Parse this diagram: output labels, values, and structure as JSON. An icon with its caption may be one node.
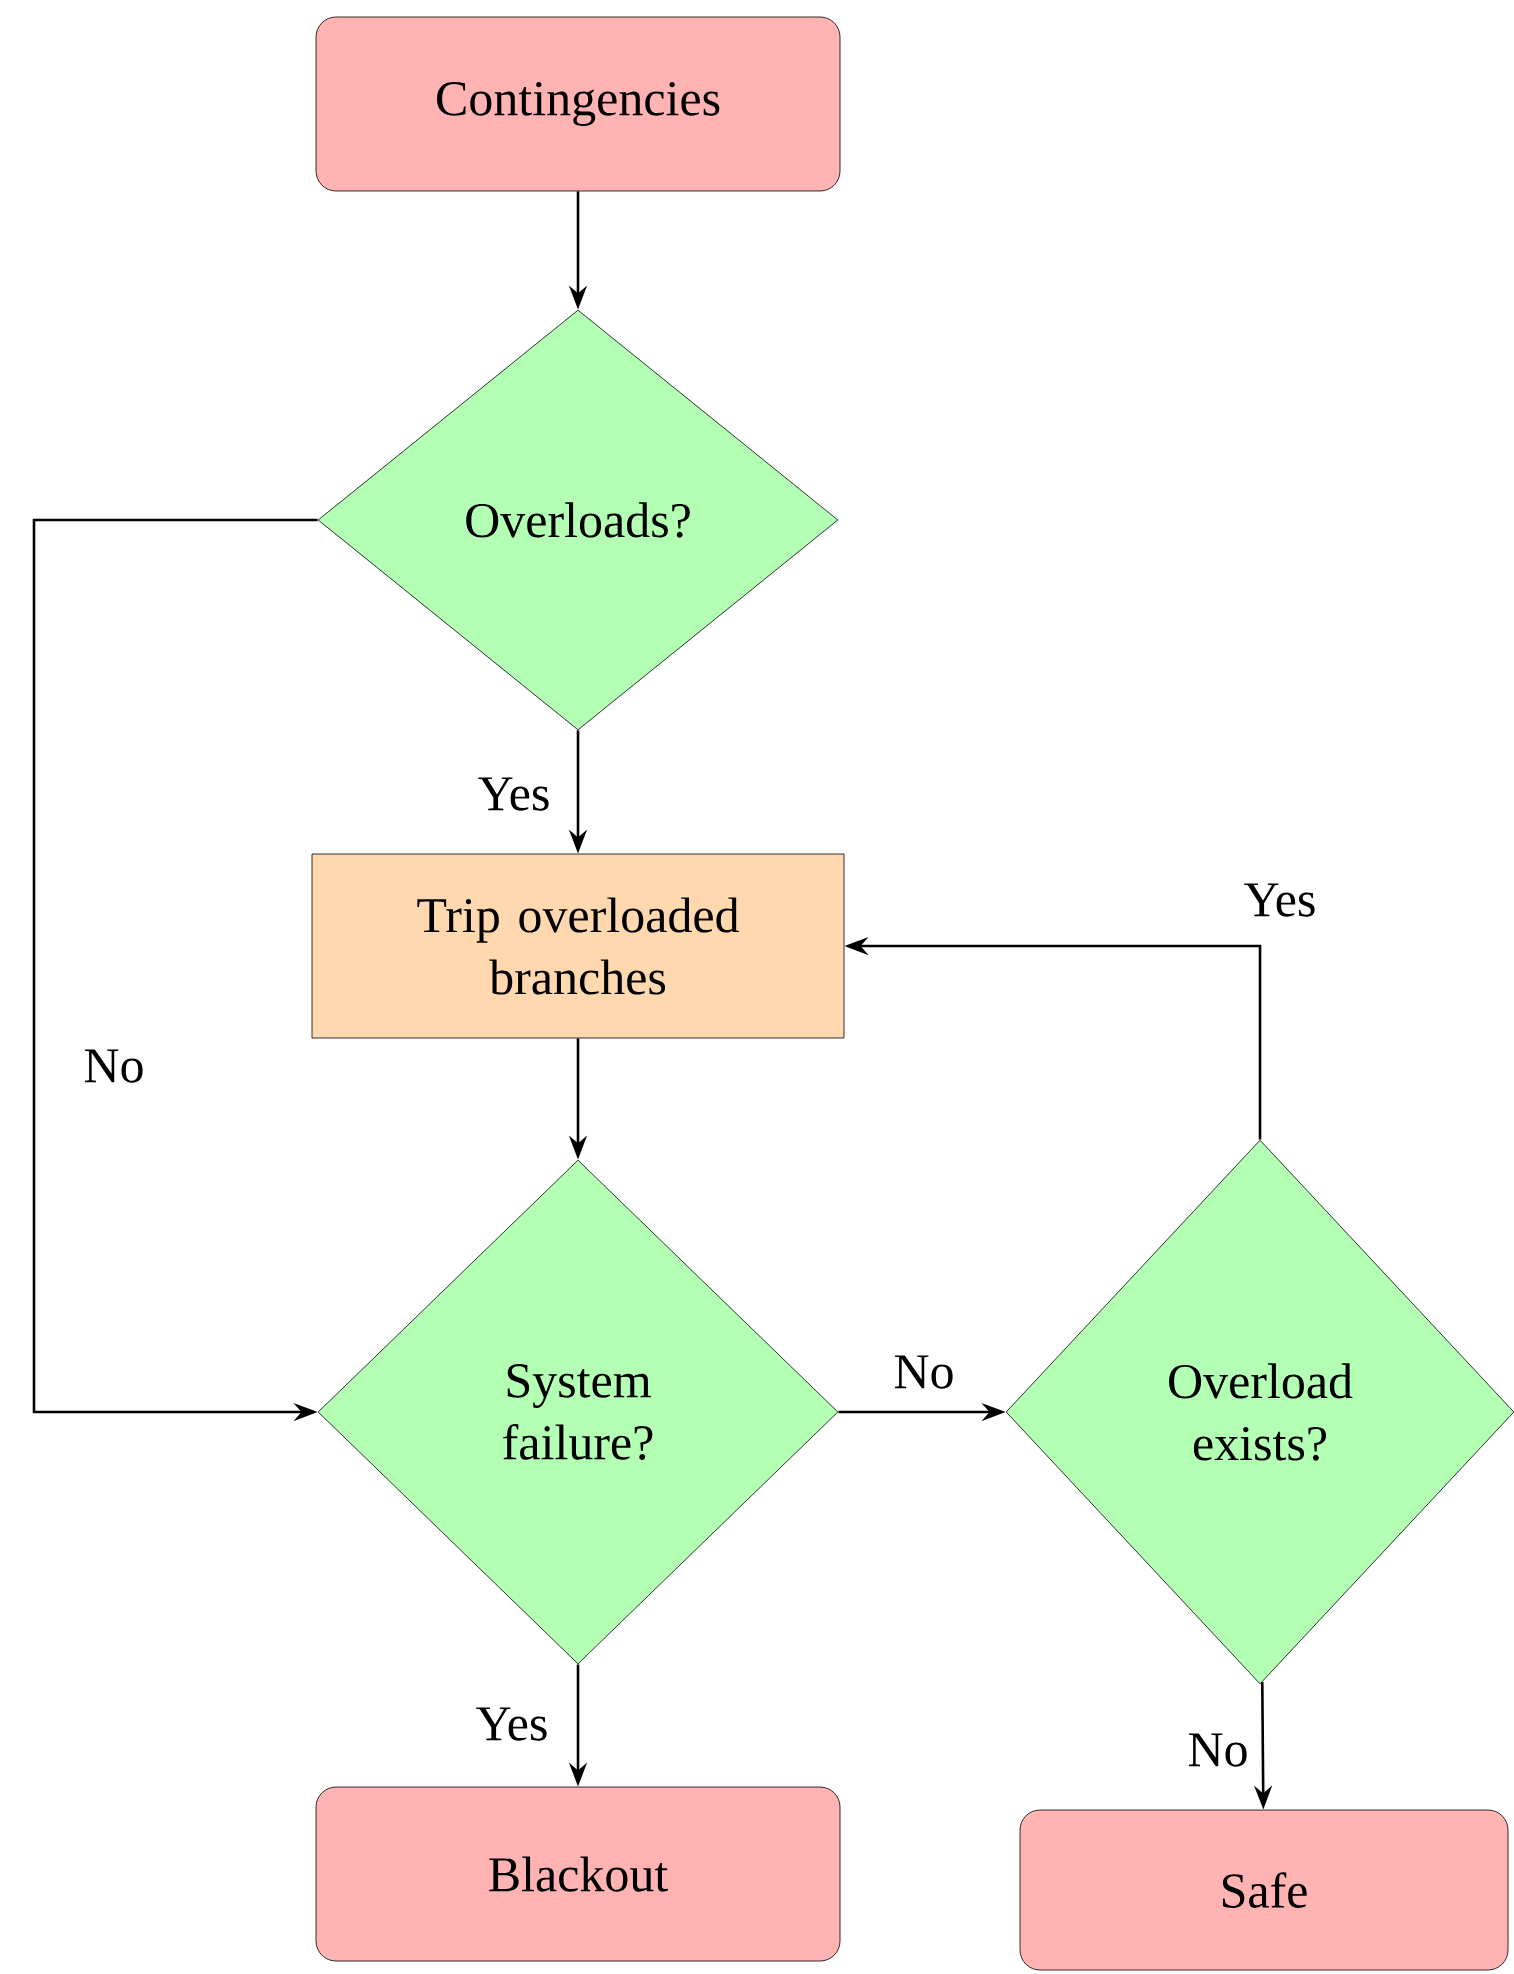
{
  "diagram": {
    "nodes": [
      {
        "text": [
          "Contingencies"
        ]
      },
      {
        "text": [
          "Overloads?"
        ]
      },
      {
        "text": [
          "Trip overloaded branches"
        ]
      },
      {
        "text": [
          "System failure?"
        ]
      },
      {
        "text": [
          "Overload exists?"
        ]
      },
      {
        "text": [
          "Blackout"
        ]
      },
      {
        "text": [
          "Safe"
        ]
      }
    ],
    "edges": [
      {
        "from": 0,
        "to": 1,
        "arrow": "to"
      },
      {
        "from": 1,
        "to": 2,
        "arrow": "to",
        "label": "Yes"
      },
      {
        "from": 1,
        "to": 3,
        "arrow": "to",
        "label": "No"
      },
      {
        "from": 2,
        "to": 3,
        "arrow": "to"
      },
      {
        "from": 3,
        "to": 4,
        "arrow": "to",
        "label": "No"
      },
      {
        "from": 3,
        "to": 5,
        "arrow": "to",
        "label": "Yes"
      },
      {
        "from": 4,
        "to": 6,
        "arrow": "to",
        "label": "No"
      },
      {
        "from": 4,
        "to": 2,
        "arrow": "to",
        "label": "Yes"
      }
    ]
  }
}
